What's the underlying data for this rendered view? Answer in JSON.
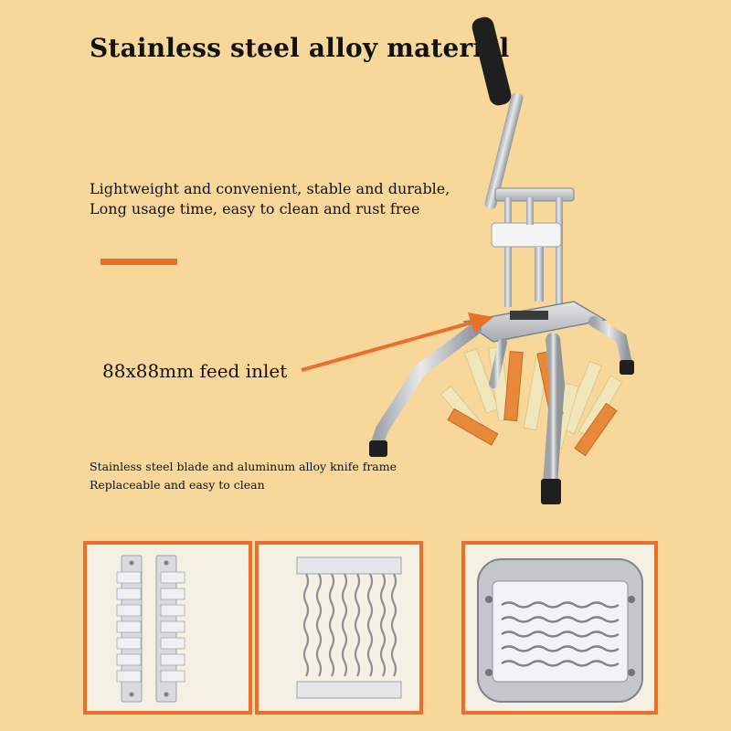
{
  "heading": "Stainless steel alloy material",
  "features": {
    "line1": "Lightweight and convenient, stable and durable,",
    "line2": "Long usage time, easy to clean and rust free"
  },
  "inlet_label": "88x88mm feed inlet",
  "blade_info": {
    "line1": "Stainless steel blade and aluminum alloy knife frame",
    "line2": "Replaceable and easy to clean"
  },
  "colors": {
    "background": "#f7d79a",
    "accent": "#e8702a",
    "metal": "#c9ccd0",
    "handle": "#1f1f1f"
  }
}
